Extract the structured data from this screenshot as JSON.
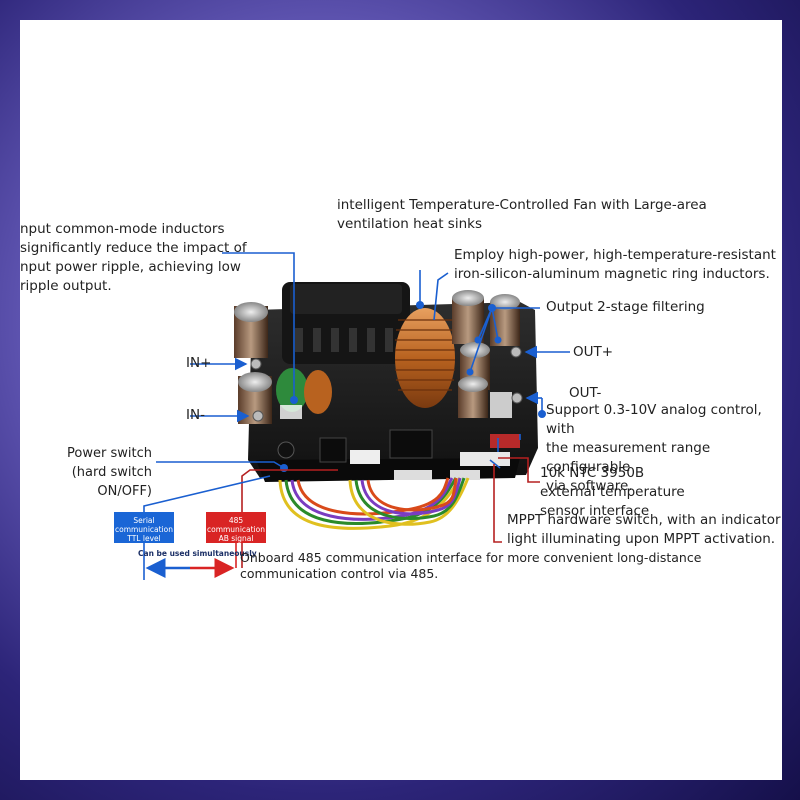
{
  "labels": {
    "input_inductors": "nput common-mode inductors\nsignificantly reduce the impact of\nnput power ripple, achieving low\nripple output.",
    "fan": "intelligent Temperature-Controlled Fan with Large-area\nventilation heat sinks",
    "magnetic_ring": "Employ high-power, high-temperature-resistant\niron-silicon-aluminum magnetic ring inductors.",
    "output_filter": "Output 2-stage filtering",
    "in_plus": "IN+",
    "in_minus": "IN-",
    "out_plus": "OUT+",
    "out_minus": "OUT-",
    "analog_control": "Support 0.3-10V analog control, with\nthe measurement range configurable\nvia software.",
    "power_switch": "Power switch\n(hard switch ON/OFF)",
    "ntc": "10k NTC 3950B\nexternal temperature\nsensor interface",
    "mppt": "MPPT hardware switch, with an indicator\nlight illuminating upon MPPT activation.",
    "serial_tag": "Serial\ncommunication\nTTL level",
    "rs485_tag": "485\ncommunication\nAB signal",
    "simultaneous": "Can be used simultaneously",
    "rs485_interface": "Onboard 485 communication interface for more convenient long-distance\ncommunication control via 485."
  },
  "colors": {
    "blue_arrow": "#1a5fd0",
    "red_arrow": "#d92424",
    "board": "#1c1c1c"
  }
}
